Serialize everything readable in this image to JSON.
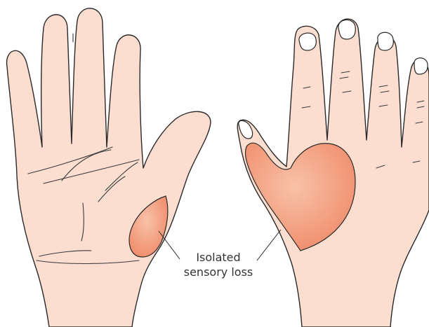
{
  "colors": {
    "skin": "#fbded0",
    "outline": "#2a2a2a",
    "crease": "#3a3a3a",
    "nail": "#ffffff",
    "sensory_loss_fill": "#f2987a",
    "sensory_loss_highlight": "#f8c2a8",
    "label_text": "#333333"
  },
  "figure": {
    "left_hand_view": "palm",
    "right_hand_view": "dorsum",
    "affected_region_left": "thenar area at base of thumb",
    "affected_region_right": "first dorsal web space between thumb and index finger"
  },
  "annotation": {
    "line1": "Isolated",
    "line2": "sensory loss"
  }
}
